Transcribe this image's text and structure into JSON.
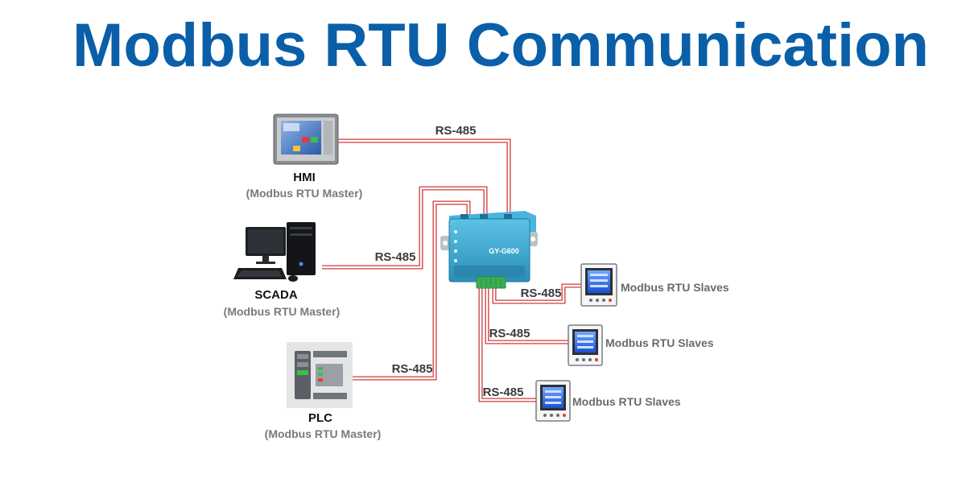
{
  "title": "Modbus RTU Communication",
  "colors": {
    "title": "#0a5fa8",
    "cable": "#d23a3a",
    "gateway": "#37a7cf",
    "terminal": "#3cae55"
  },
  "gateway": {
    "brand": "GY-G600",
    "icon": "serial-gateway-icon"
  },
  "masters": [
    {
      "name": "HMI",
      "role": "(Modbus RTU Master)",
      "wire_label": "RS-485",
      "icon": "hmi-panel-icon"
    },
    {
      "name": "SCADA",
      "role": "(Modbus RTU Master)",
      "wire_label": "RS-485",
      "icon": "scada-workstation-icon"
    },
    {
      "name": "PLC",
      "role": "(Modbus RTU Master)",
      "wire_label": "RS-485",
      "icon": "plc-module-icon"
    }
  ],
  "slaves": [
    {
      "label": "Modbus RTU Slaves",
      "wire_label": "RS-485",
      "icon": "power-meter-icon"
    },
    {
      "label": "Modbus RTU Slaves",
      "wire_label": "RS-485",
      "icon": "power-meter-icon"
    },
    {
      "label": "Modbus RTU Slaves",
      "wire_label": "RS-485",
      "icon": "power-meter-icon"
    }
  ]
}
